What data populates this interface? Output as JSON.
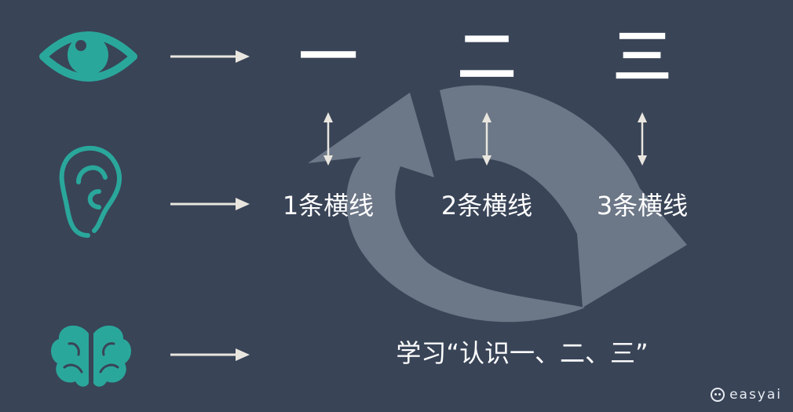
{
  "diagram": {
    "rows": [
      {
        "icon": "eye-icon"
      },
      {
        "icon": "ear-icon"
      },
      {
        "icon": "brain-icon"
      }
    ],
    "characters": [
      "一",
      "二",
      "三"
    ],
    "labels": [
      "1条横线",
      "2条横线",
      "3条横线"
    ],
    "learning_text": "学习“认识一、二、三”",
    "cycle_icon": "refresh-cycle-icon"
  },
  "branding": {
    "logo_text": "easyai"
  },
  "colors": {
    "background": "#394457",
    "icon_teal": "#2aa79b",
    "arrow": "#e9e6df",
    "cycle": "#6f7a8a"
  }
}
